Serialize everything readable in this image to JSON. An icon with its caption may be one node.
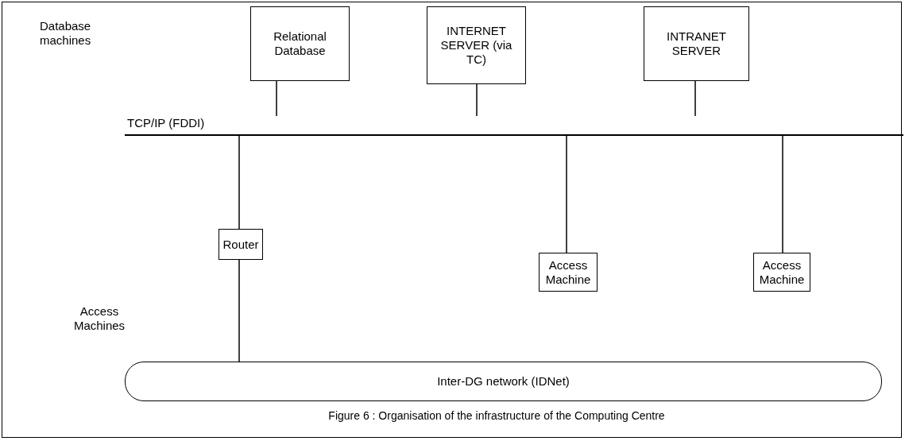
{
  "diagram": {
    "caption": "Figure 6 : Organisation of the infrastructure of the Computing Centre",
    "nodes": [
      {
        "text": [
          "Relational Database"
        ]
      },
      {
        "text": [
          "INTERNET SERVER (via TC)"
        ]
      },
      {
        "text": [
          "INTRANET SERVER"
        ]
      },
      {
        "text": [
          "TCP/IP (FDDI)"
        ]
      },
      {
        "text": [
          "Router"
        ]
      },
      {
        "text": [
          "Access Machine"
        ]
      },
      {
        "text": [
          "Access Machine"
        ]
      },
      {
        "text": [
          "Inter-DG network (IDNet)"
        ]
      }
    ],
    "edges": [
      {
        "from": 0,
        "to": 3,
        "arrow": "none"
      },
      {
        "from": 1,
        "to": 3,
        "arrow": "none"
      },
      {
        "from": 2,
        "to": 3,
        "arrow": "none"
      },
      {
        "from": 3,
        "to": 4,
        "arrow": "none"
      },
      {
        "from": 3,
        "to": 5,
        "arrow": "none"
      },
      {
        "from": 3,
        "to": 6,
        "arrow": "none"
      },
      {
        "from": 4,
        "to": 7,
        "arrow": "none"
      }
    ],
    "labels": [
      "Database machines",
      "Access Machines"
    ]
  }
}
